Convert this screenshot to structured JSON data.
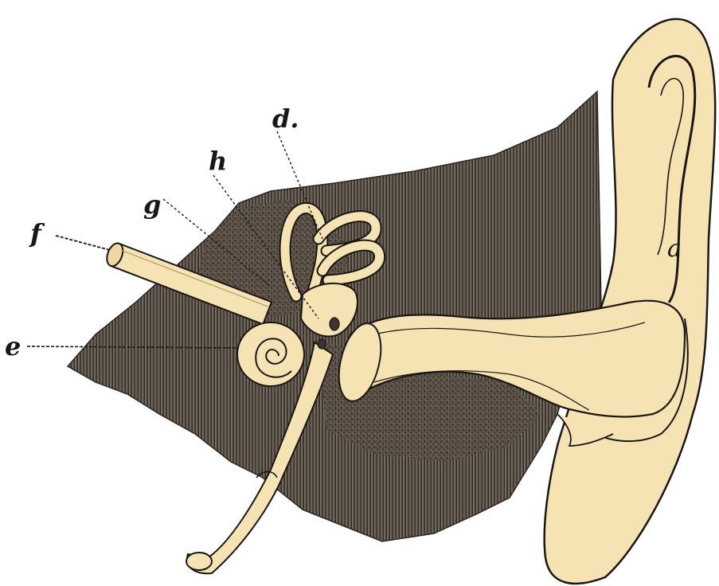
{
  "figure": {
    "labels": {
      "a": "a",
      "d": "d.",
      "h": "h",
      "g": "g",
      "f": "f",
      "e": "e"
    },
    "colors": {
      "paper": "#ffffff",
      "bone": "#f6e3b3",
      "bone_shadow": "#e2c98f",
      "ink": "#1a1714",
      "tissue": "#5b5046",
      "tissue_dark": "#3c342d"
    }
  }
}
